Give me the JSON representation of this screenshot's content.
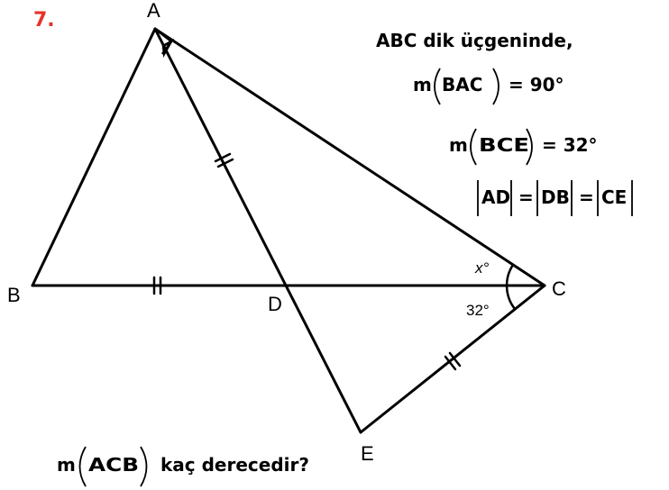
{
  "problem_number": "7.",
  "colors": {
    "number": "#e8312a",
    "ink": "#000000"
  },
  "points": {
    "A": "A",
    "B": "B",
    "C": "C",
    "D": "D",
    "E": "E"
  },
  "angle_labels": {
    "x": "x°",
    "e": "32°"
  },
  "given": {
    "intro": "ABC dik üçgeninde,",
    "line1_m": "m",
    "line1_arg": "BAC",
    "line1_rhs": "= 90°",
    "line2_m": "m",
    "line2_arg": "BCE",
    "line2_rhs": "= 32°",
    "line3_a": "AD",
    "line3_b": "DB",
    "line3_c": "CE",
    "eq": "="
  },
  "question": {
    "m": "m",
    "arg": "ACB",
    "text": "kaç derecedir?"
  }
}
